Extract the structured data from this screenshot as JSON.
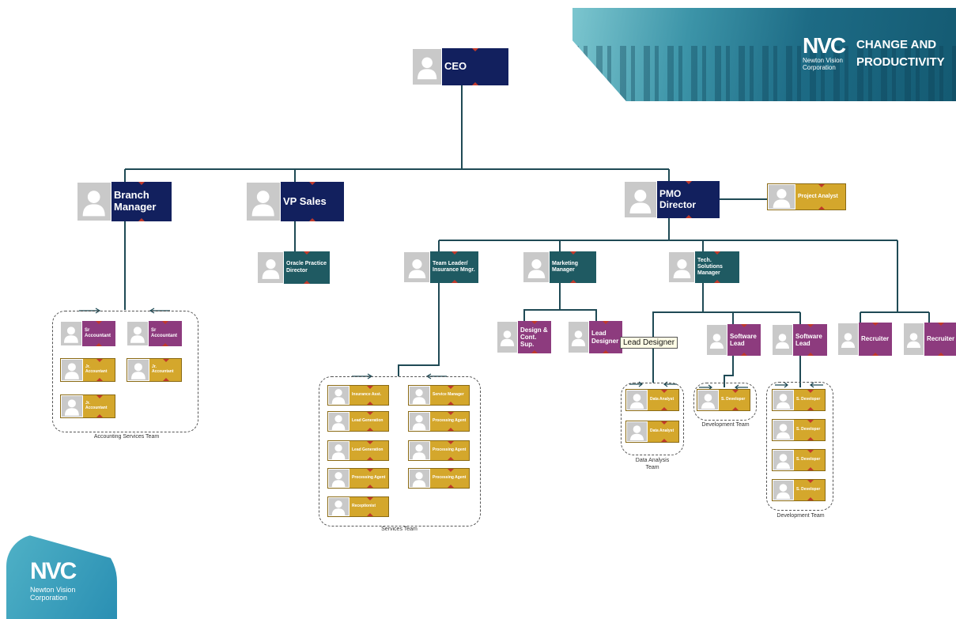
{
  "brand": {
    "logo_mark": "NVC",
    "company": "Newton Vision Corporation",
    "tagline_line1": "CHANGE AND",
    "tagline_line2": "PRODUCTIVITY"
  },
  "colors": {
    "navy": "#12205e",
    "teal": "#1f5a62",
    "purple": "#8d3b7e",
    "gold": "#d4a72c",
    "connector": "#1f4a55"
  },
  "tooltip": "Lead Designer",
  "nodes": {
    "ceo": "CEO",
    "branch_manager_1": "Branch",
    "branch_manager_2": "Manager",
    "vp_sales": "VP Sales",
    "pmo_director": "PMO Director",
    "project_analyst": "Project Analyst",
    "oracle_director_1": "Oracle Practice",
    "oracle_director_2": "Director",
    "team_leader_1": "Team Leader/",
    "team_leader_2": "Insurance Mngr.",
    "marketing_manager_1": "Marketing",
    "marketing_manager_2": "Manager",
    "tech_solutions_1": "Tech. Solutions",
    "tech_solutions_2": "Manager",
    "design_1": "Design &",
    "design_2": "Cont. Sup.",
    "lead_designer_1": "Lead",
    "lead_designer_2": "Designer",
    "software_lead_1a": "Software",
    "software_lead_1b": "Lead",
    "software_lead_2a": "Software",
    "software_lead_2b": "Lead",
    "recruiter_1": "Recruiter",
    "recruiter_2": "Recruiter",
    "sr_accountant_1a": "Sr",
    "sr_accountant_1b": "Accountant",
    "sr_accountant_2a": "Sr",
    "sr_accountant_2b": "Accountant",
    "jr_accountant_1": "Jr. Accountant",
    "jr_accountant_2": "Jr. Accountant",
    "jr_accountant_3": "Jr. Accountant",
    "insurance_asst": "Insurance Asst.",
    "lead_generation_1": "Lead Generation",
    "lead_generation_2": "Lead Generation",
    "processing_agent_1": "Processing Agent",
    "receptionist": "Receptionist",
    "service_manager": "Service Manager",
    "processing_agent_2": "Processing Agent",
    "processing_agent_3": "Processing Agent",
    "processing_agent_4": "Processing Agent",
    "data_analyst_1": "Data Analyst",
    "data_analyst_2": "Data Analyst",
    "s_developer_1": "S. Developer",
    "s_developer_2": "S. Developer",
    "s_developer_3": "S. Developer",
    "s_developer_4": "S. Developer",
    "s_developer_5": "S. Developer"
  },
  "teams": {
    "accounting": "Accounting Services Team",
    "services": "Services Team",
    "data_analysis_1": "Data Analysis",
    "data_analysis_2": "Team",
    "development_1": "Development Team",
    "development_2": "Development Team"
  }
}
